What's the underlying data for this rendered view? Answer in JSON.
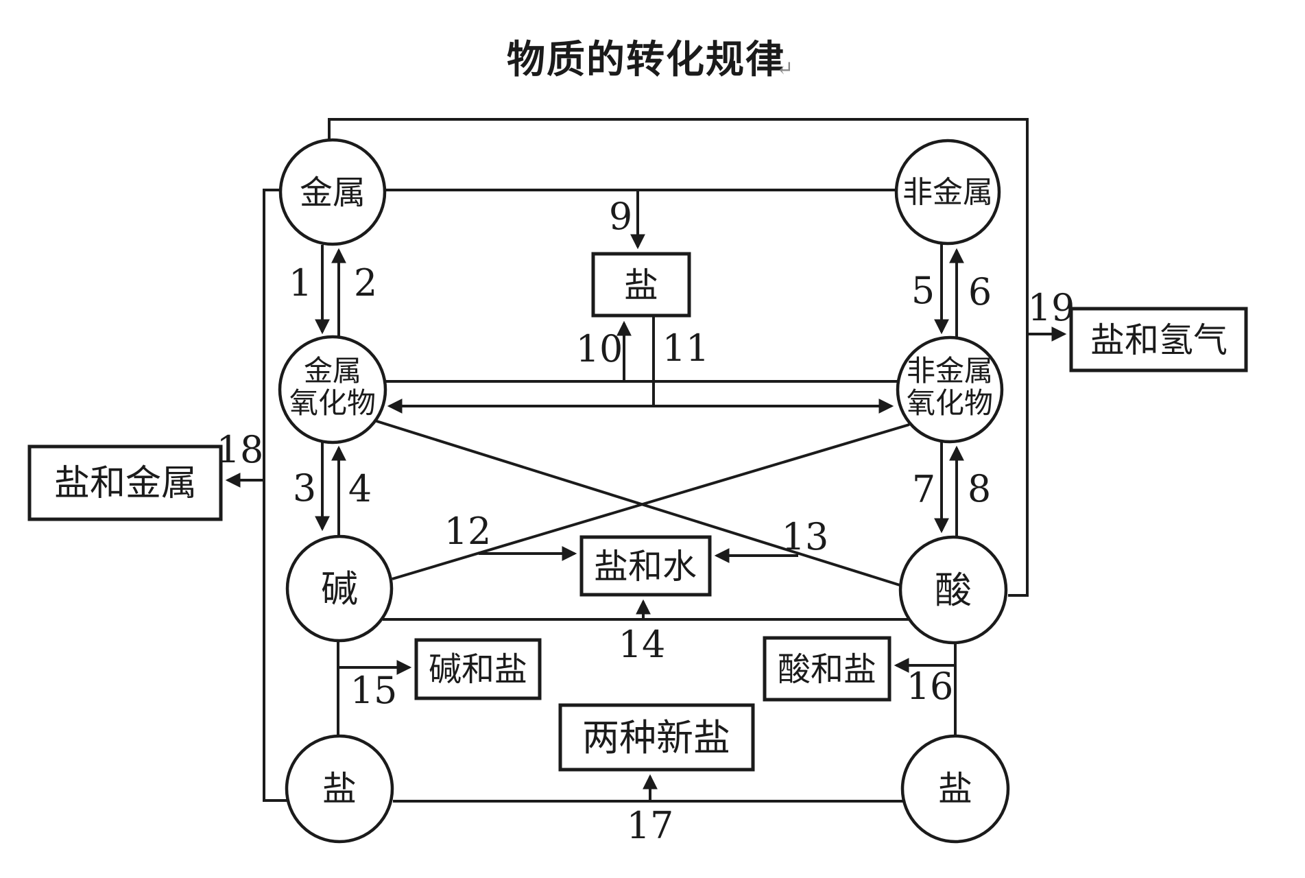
{
  "title": {
    "text": "物质的转化规律",
    "paragraph_mark": "↵"
  },
  "nodes": {
    "metal": {
      "label": "金属"
    },
    "nonmetal": {
      "label": "非金属"
    },
    "metal_oxide": {
      "line1": "金属",
      "line2": "氧化物"
    },
    "nonmetal_oxide": {
      "line1": "非金属",
      "line2": "氧化物"
    },
    "base": {
      "label": "碱"
    },
    "acid": {
      "label": "酸"
    },
    "salt_bottom_left": {
      "label": "盐"
    },
    "salt_bottom_right": {
      "label": "盐"
    }
  },
  "boxes": {
    "salt": {
      "label": "盐"
    },
    "salt_and_hydrogen": {
      "label": "盐和氢气"
    },
    "salt_and_metal": {
      "label": "盐和金属"
    },
    "salt_and_water": {
      "label": "盐和水"
    },
    "base_and_salt": {
      "label": "碱和盐"
    },
    "acid_and_salt": {
      "label": "酸和盐"
    },
    "two_new_salts": {
      "label": "两种新盐"
    }
  },
  "reaction_numbers": {
    "r1": "1",
    "r2": "2",
    "r3": "3",
    "r4": "4",
    "r5": "5",
    "r6": "6",
    "r7": "7",
    "r8": "8",
    "r9": "9",
    "r10": "10",
    "r11": "11",
    "r12": "12",
    "r13": "13",
    "r14": "14",
    "r15": "15",
    "r16": "16",
    "r17": "17",
    "r18": "18",
    "r19": "19"
  },
  "colors": {
    "ink": "#1b1b1b",
    "background": "#ffffff",
    "paragraph_mark": "#8a8a8a"
  }
}
